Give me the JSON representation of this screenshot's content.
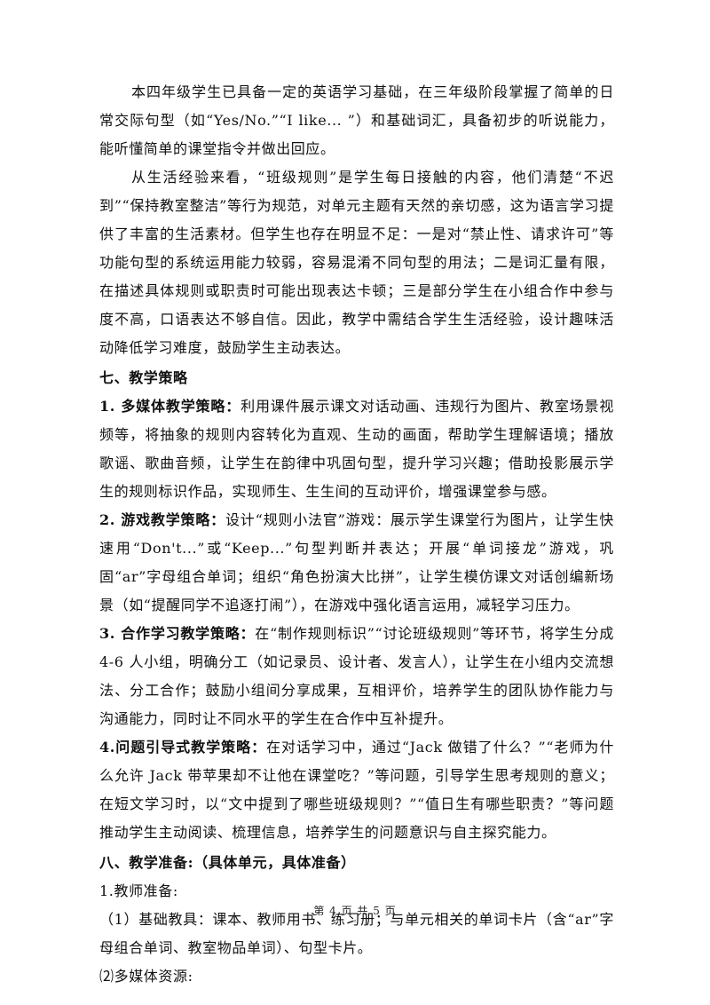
{
  "paragraphs": {
    "p1": "本四年级学生已具备一定的英语学习基础，在三年级阶段掌握了简单的日常交际句型（如“Yes/No.”“I like... ”）和基础词汇，具备初步的听说能力，能听懂简单的课堂指令并做出回应。",
    "p2": "从生活经验来看，“班级规则”是学生每日接触的内容，他们清楚“不迟到”“保持教室整洁”等行为规范，对单元主题有天然的亲切感，这为语言学习提供了丰富的生活素材。但学生也存在明显不足：一是对“禁止性、请求许可”等功能句型的系统运用能力较弱，容易混淆不同句型的用法；二是词汇量有限，在描述具体规则或职责时可能出现表达卡顿；三是部分学生在小组合作中参与度不高，口语表达不够自信。因此，教学中需结合学生生活经验，设计趣味活动降低学习难度，鼓励学生主动表达。"
  },
  "section7": {
    "title": "七、教学策略",
    "items": [
      {
        "label": "1. 多媒体教学策略：",
        "text": "利用课件展示课文对话动画、违规行为图片、教室场景视频等，将抽象的规则内容转化为直观、生动的画面，帮助学生理解语境；播放歌谣、歌曲音频，让学生在韵律中巩固句型，提升学习兴趣；借助投影展示学生的规则标识作品，实现师生、生生间的互动评价，增强课堂参与感。"
      },
      {
        "label": "2. 游戏教学策略：",
        "text": "设计“规则小法官”游戏：展示学生课堂行为图片，让学生快速用“Don't...”或“Keep...”句型判断并表达；开展“单词接龙”游戏，巩固“ar”字母组合单词；组织“角色扮演大比拼”，让学生模仿课文对话创编新场景（如“提醒同学不追逐打闹”），在游戏中强化语言运用，减轻学习压力。"
      },
      {
        "label": "3. 合作学习教学策略：",
        "text": "在“制作规则标识”“讨论班级规则”等环节，将学生分成 4-6 人小组，明确分工（如记录员、设计者、发言人），让学生在小组内交流想法、分工合作；鼓励小组间分享成果，互相评价，培养学生的团队协作能力与沟通能力，同时让不同水平的学生在合作中互补提升。"
      },
      {
        "label": "4.问题引导式教学策略：",
        "text": "在对话学习中，通过“Jack 做错了什么？”“老师为什么允许 Jack 带苹果却不让他在课堂吃？”等问题，引导学生思考规则的意义；在短文学习时，以“文中提到了哪些班级规则？”“值日生有哪些职责？”等问题推动学生主动阅读、梳理信息，培养学生的问题意识与自主探究能力。"
      }
    ]
  },
  "section8": {
    "title": "八、教学准备:（具体单元，具体准备）",
    "sub1": "1.教师准备:",
    "sub1_1": "（1）基础教具：课本、教师用书、练习册；与单元相关的单词卡片（含“ar”字母组合单词、教室物品单词）、句型卡片。",
    "sub1_2": "⑵多媒体资源:"
  },
  "footer": {
    "text": "第 4 页 共 5 页"
  }
}
